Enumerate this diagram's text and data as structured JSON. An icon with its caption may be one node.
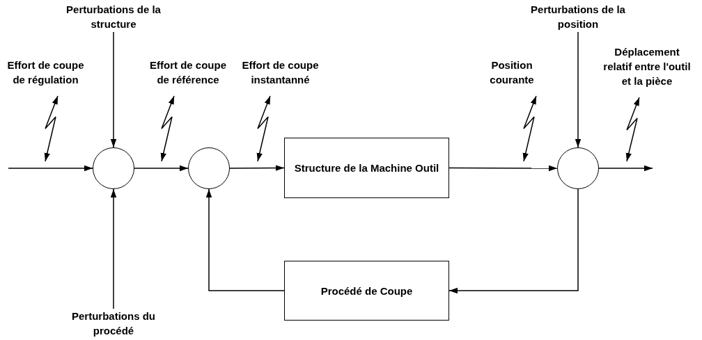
{
  "diagram": {
    "nodes": [
      {
        "text": [
          "Perturbations de la structure"
        ]
      },
      {
        "text": [
          "Effort de coupe de régulation"
        ]
      },
      {
        "text": [
          "Effort de coupe de référence"
        ]
      },
      {
        "text": [
          "Effort de coupe instantanné"
        ]
      },
      {
        "text": [],
        "shape": "circle"
      },
      {
        "text": [],
        "shape": "circle"
      },
      {
        "text": [
          "Structure de la Machine Outil"
        ]
      },
      {
        "text": [
          "Position courante"
        ]
      },
      {
        "text": [
          "Perturbations de la position"
        ]
      },
      {
        "text": [
          "Déplacement relatif entre l'outil et la pièce"
        ]
      },
      {
        "text": [],
        "shape": "circle"
      },
      {
        "text": [
          "Procédé de Coupe"
        ]
      },
      {
        "text": [
          "Perturbations du procédé"
        ]
      }
    ],
    "edges": [
      {
        "from": null,
        "to": 4,
        "arrow": "to"
      },
      {
        "from": 0,
        "to": 4,
        "arrow": "to"
      },
      {
        "from": 12,
        "to": 4,
        "arrow": "to"
      },
      {
        "from": 4,
        "to": 5,
        "arrow": "to"
      },
      {
        "from": 5,
        "to": 6,
        "arrow": "to"
      },
      {
        "from": 6,
        "to": 10,
        "arrow": "to"
      },
      {
        "from": 8,
        "to": 10,
        "arrow": "to"
      },
      {
        "from": 10,
        "to": null,
        "arrow": "to"
      },
      {
        "from": 10,
        "to": 11,
        "arrow": "to"
      },
      {
        "from": 11,
        "to": 5,
        "arrow": "to"
      },
      {
        "from": 1,
        "to": null,
        "arrow": "both"
      },
      {
        "from": 2,
        "to": null,
        "arrow": "both"
      },
      {
        "from": 3,
        "to": null,
        "arrow": "both"
      },
      {
        "from": 7,
        "to": null,
        "arrow": "both"
      },
      {
        "from": 9,
        "to": null,
        "arrow": "both"
      }
    ]
  }
}
